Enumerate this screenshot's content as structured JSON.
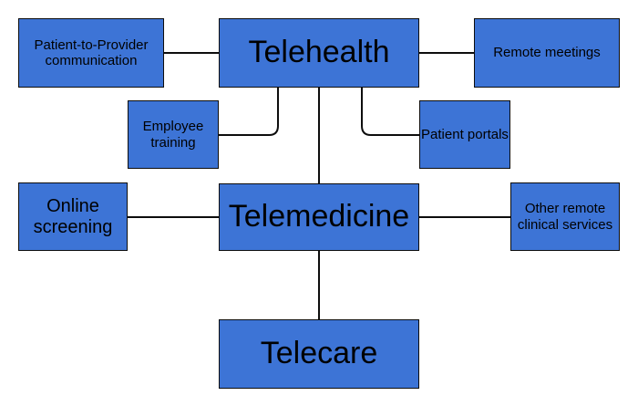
{
  "nodes": {
    "telehealth": "Telehealth",
    "telemedicine": "Telemedicine",
    "telecare": "Telecare",
    "patient_to_provider": "Patient-to-Provider communication",
    "remote_meetings": "Remote meetings",
    "employee_training": "Employee training",
    "patient_portals": "Patient portals",
    "online_screening": "Online screening",
    "other_remote_clinical": "Other remote clinical services"
  },
  "colors": {
    "box_fill": "#3d74d6",
    "box_border": "#0d0d0d",
    "connector": "#0d0d0d",
    "text": "#000000",
    "background": "#ffffff"
  }
}
